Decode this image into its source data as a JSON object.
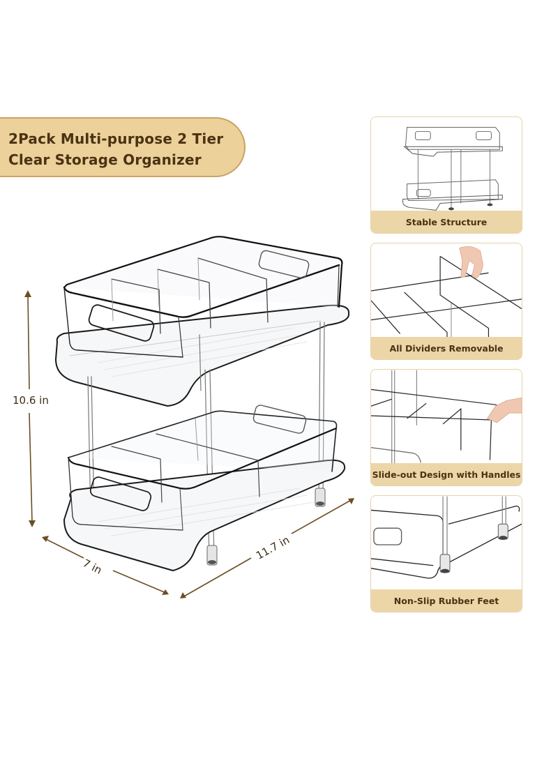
{
  "title": {
    "line1": "2Pack Multi-purpose 2 Tier",
    "line2": "Clear Storage Organizer"
  },
  "dimensions": {
    "height": "10.6 in",
    "width": "7 in",
    "depth": "11.7 in"
  },
  "features": [
    {
      "label": "Stable Structure",
      "icon": "rack-structure-illustration"
    },
    {
      "label": "All Dividers Removable",
      "icon": "hand-lifting-divider-illustration"
    },
    {
      "label": "Slide-out Design with Handles",
      "icon": "hand-pulling-drawer-illustration"
    },
    {
      "label": "Non-Slip Rubber Feet",
      "icon": "rubber-feet-closeup-illustration"
    }
  ],
  "colors": {
    "banner_fill": "#ecd19a",
    "banner_border": "#c9a263",
    "text_brown": "#4a3213",
    "arrow_brown": "#6b4e24",
    "caption_fill": "#ecd6a8",
    "panel_border": "#e6d3aa"
  }
}
